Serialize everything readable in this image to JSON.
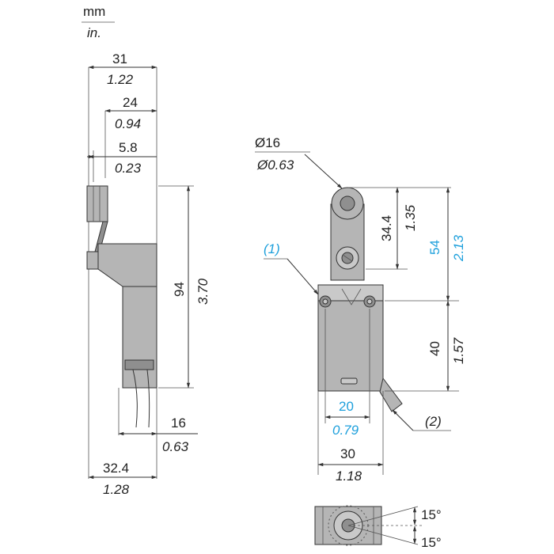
{
  "units": {
    "primary": "mm",
    "secondary": "in."
  },
  "side_view": {
    "width_total": {
      "mm": "31",
      "in": "1.22"
    },
    "width_mid": {
      "mm": "24",
      "in": "0.94"
    },
    "width_small": {
      "mm": "5.8",
      "in": "0.23"
    },
    "height_total": {
      "mm": "94",
      "in": "3.70"
    },
    "body_depth": {
      "mm": "16",
      "in": "0.63"
    },
    "overall_depth": {
      "mm": "32.4",
      "in": "1.28"
    }
  },
  "front_view": {
    "roller_diameter": {
      "mm": "Ø16",
      "in": "Ø0.63"
    },
    "lever_height": {
      "mm": "34.4",
      "in": "1.35"
    },
    "head_height": {
      "mm": "54",
      "in": "2.13"
    },
    "body_height": {
      "mm": "40",
      "in": "1.57"
    },
    "mount_spacing": {
      "mm": "20",
      "in": "0.79"
    },
    "body_width": {
      "mm": "30",
      "in": "1.18"
    },
    "callout_1": "(1)",
    "callout_2": "(2)"
  },
  "top_view": {
    "angle_upper": "15°",
    "angle_lower": "15°"
  },
  "colors": {
    "blue_dimension": "#1ea0dc",
    "body_gray": "#b5b5b5",
    "line": "#333333"
  }
}
